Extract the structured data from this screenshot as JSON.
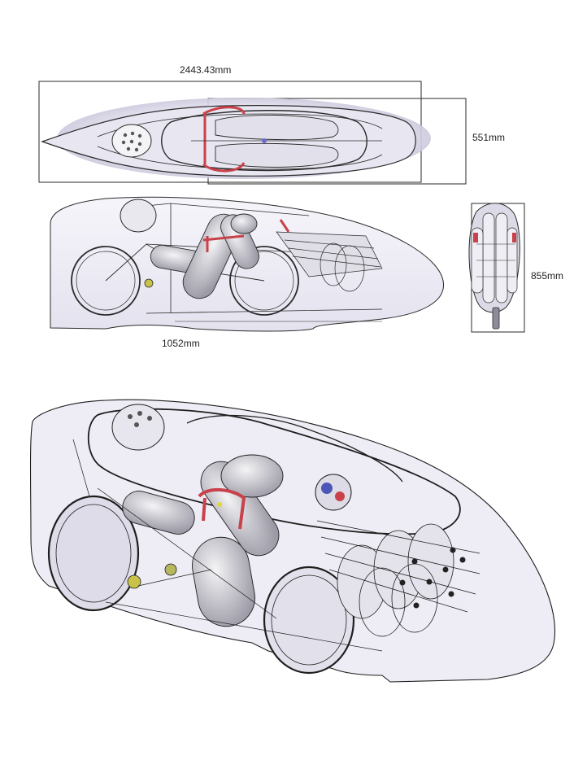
{
  "dimensions": {
    "length": "2443.43mm",
    "width": "551mm",
    "height": "855mm",
    "wheelbase": "1052mm"
  },
  "colors": {
    "outline": "#2a2a2a",
    "shell": "#eeedf6",
    "shell_shadow": "#cfcce0",
    "frame_red": "#c9414a",
    "hub_yellow": "#c8c24a"
  }
}
